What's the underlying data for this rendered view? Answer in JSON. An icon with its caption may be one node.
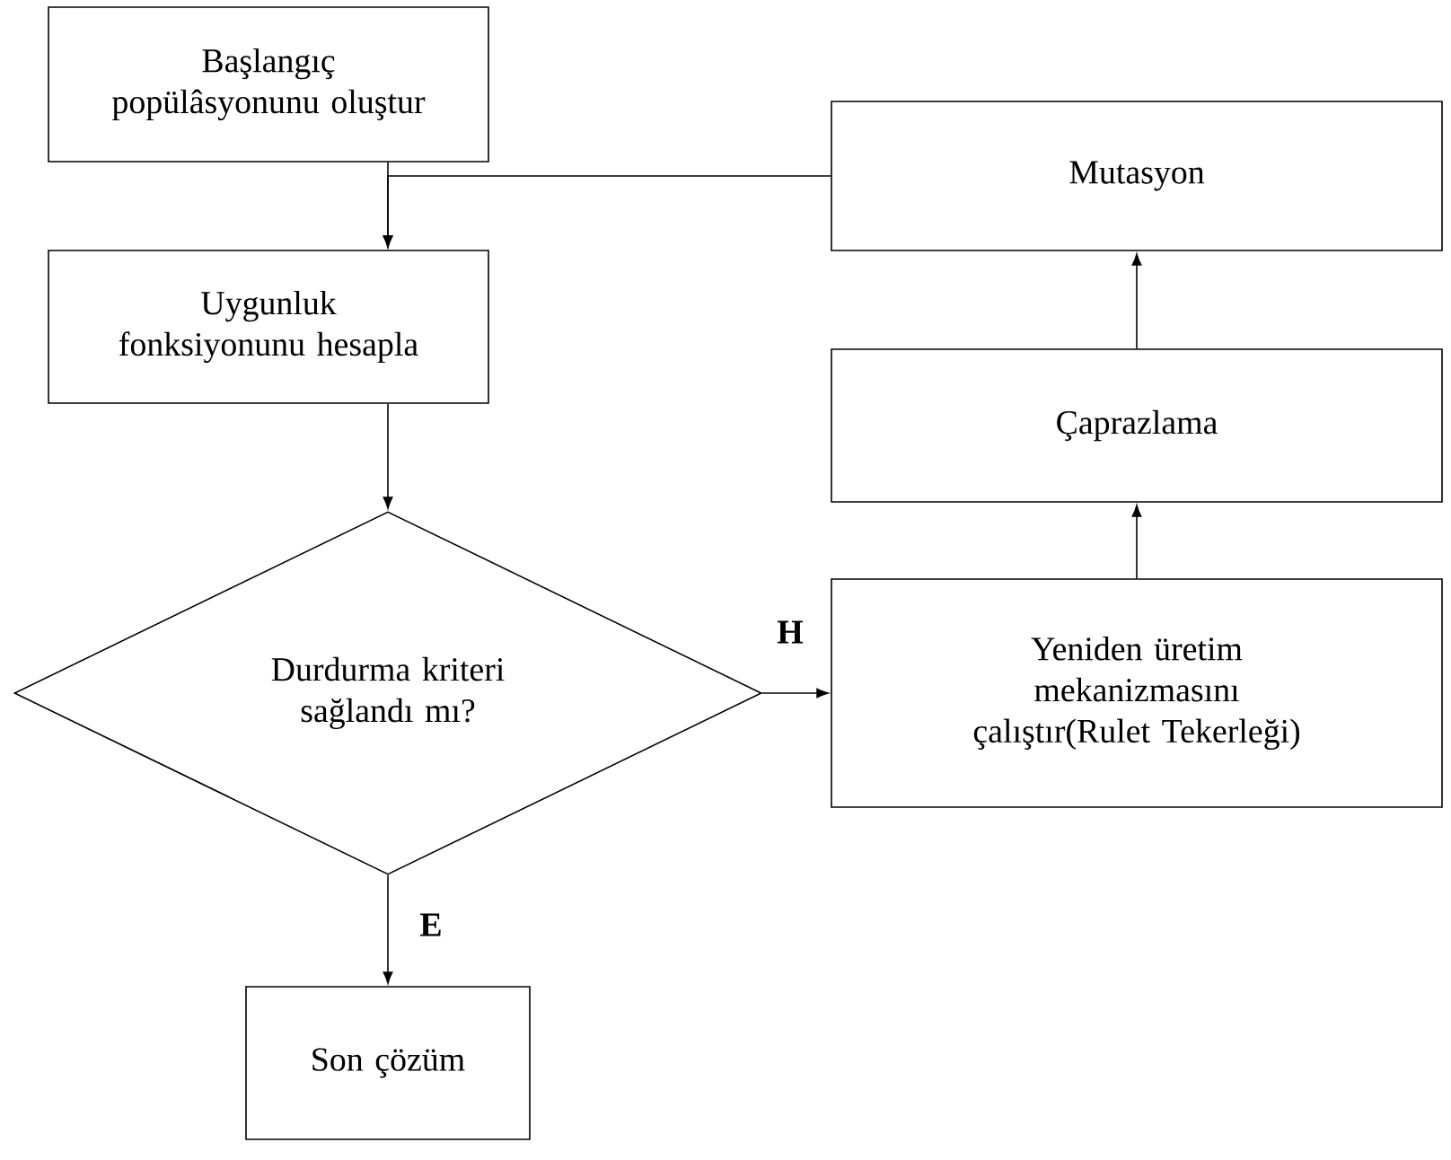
{
  "diagram": {
    "nodes": [
      {
        "text": [
          "Başlangıç popülâsyonunu oluştur"
        ]
      },
      {
        "text": [
          "Uygunluk fonksiyonunu hesapla"
        ]
      },
      {
        "text": [
          "Durdurma kriteri sağlandı mı?"
        ]
      },
      {
        "text": [
          "Son çözüm"
        ]
      },
      {
        "text": [
          "Yeniden üretim mekanizmasını çalıştır(Rulet Tekerleği)"
        ]
      },
      {
        "text": [
          "Çaprazlama"
        ]
      },
      {
        "text": [
          "Mutasyon"
        ]
      }
    ],
    "edges": [
      {
        "from": 0,
        "to": 1,
        "arrow": "to"
      },
      {
        "from": 6,
        "to": 1,
        "arrow": "to"
      },
      {
        "from": 1,
        "to": 2,
        "arrow": "to"
      },
      {
        "from": 2,
        "to": 4,
        "arrow": "to",
        "label": "H"
      },
      {
        "from": 2,
        "to": 3,
        "arrow": "to",
        "label": "E"
      },
      {
        "from": 4,
        "to": 5,
        "arrow": "to"
      },
      {
        "from": 5,
        "to": 6,
        "arrow": "to"
      }
    ]
  }
}
